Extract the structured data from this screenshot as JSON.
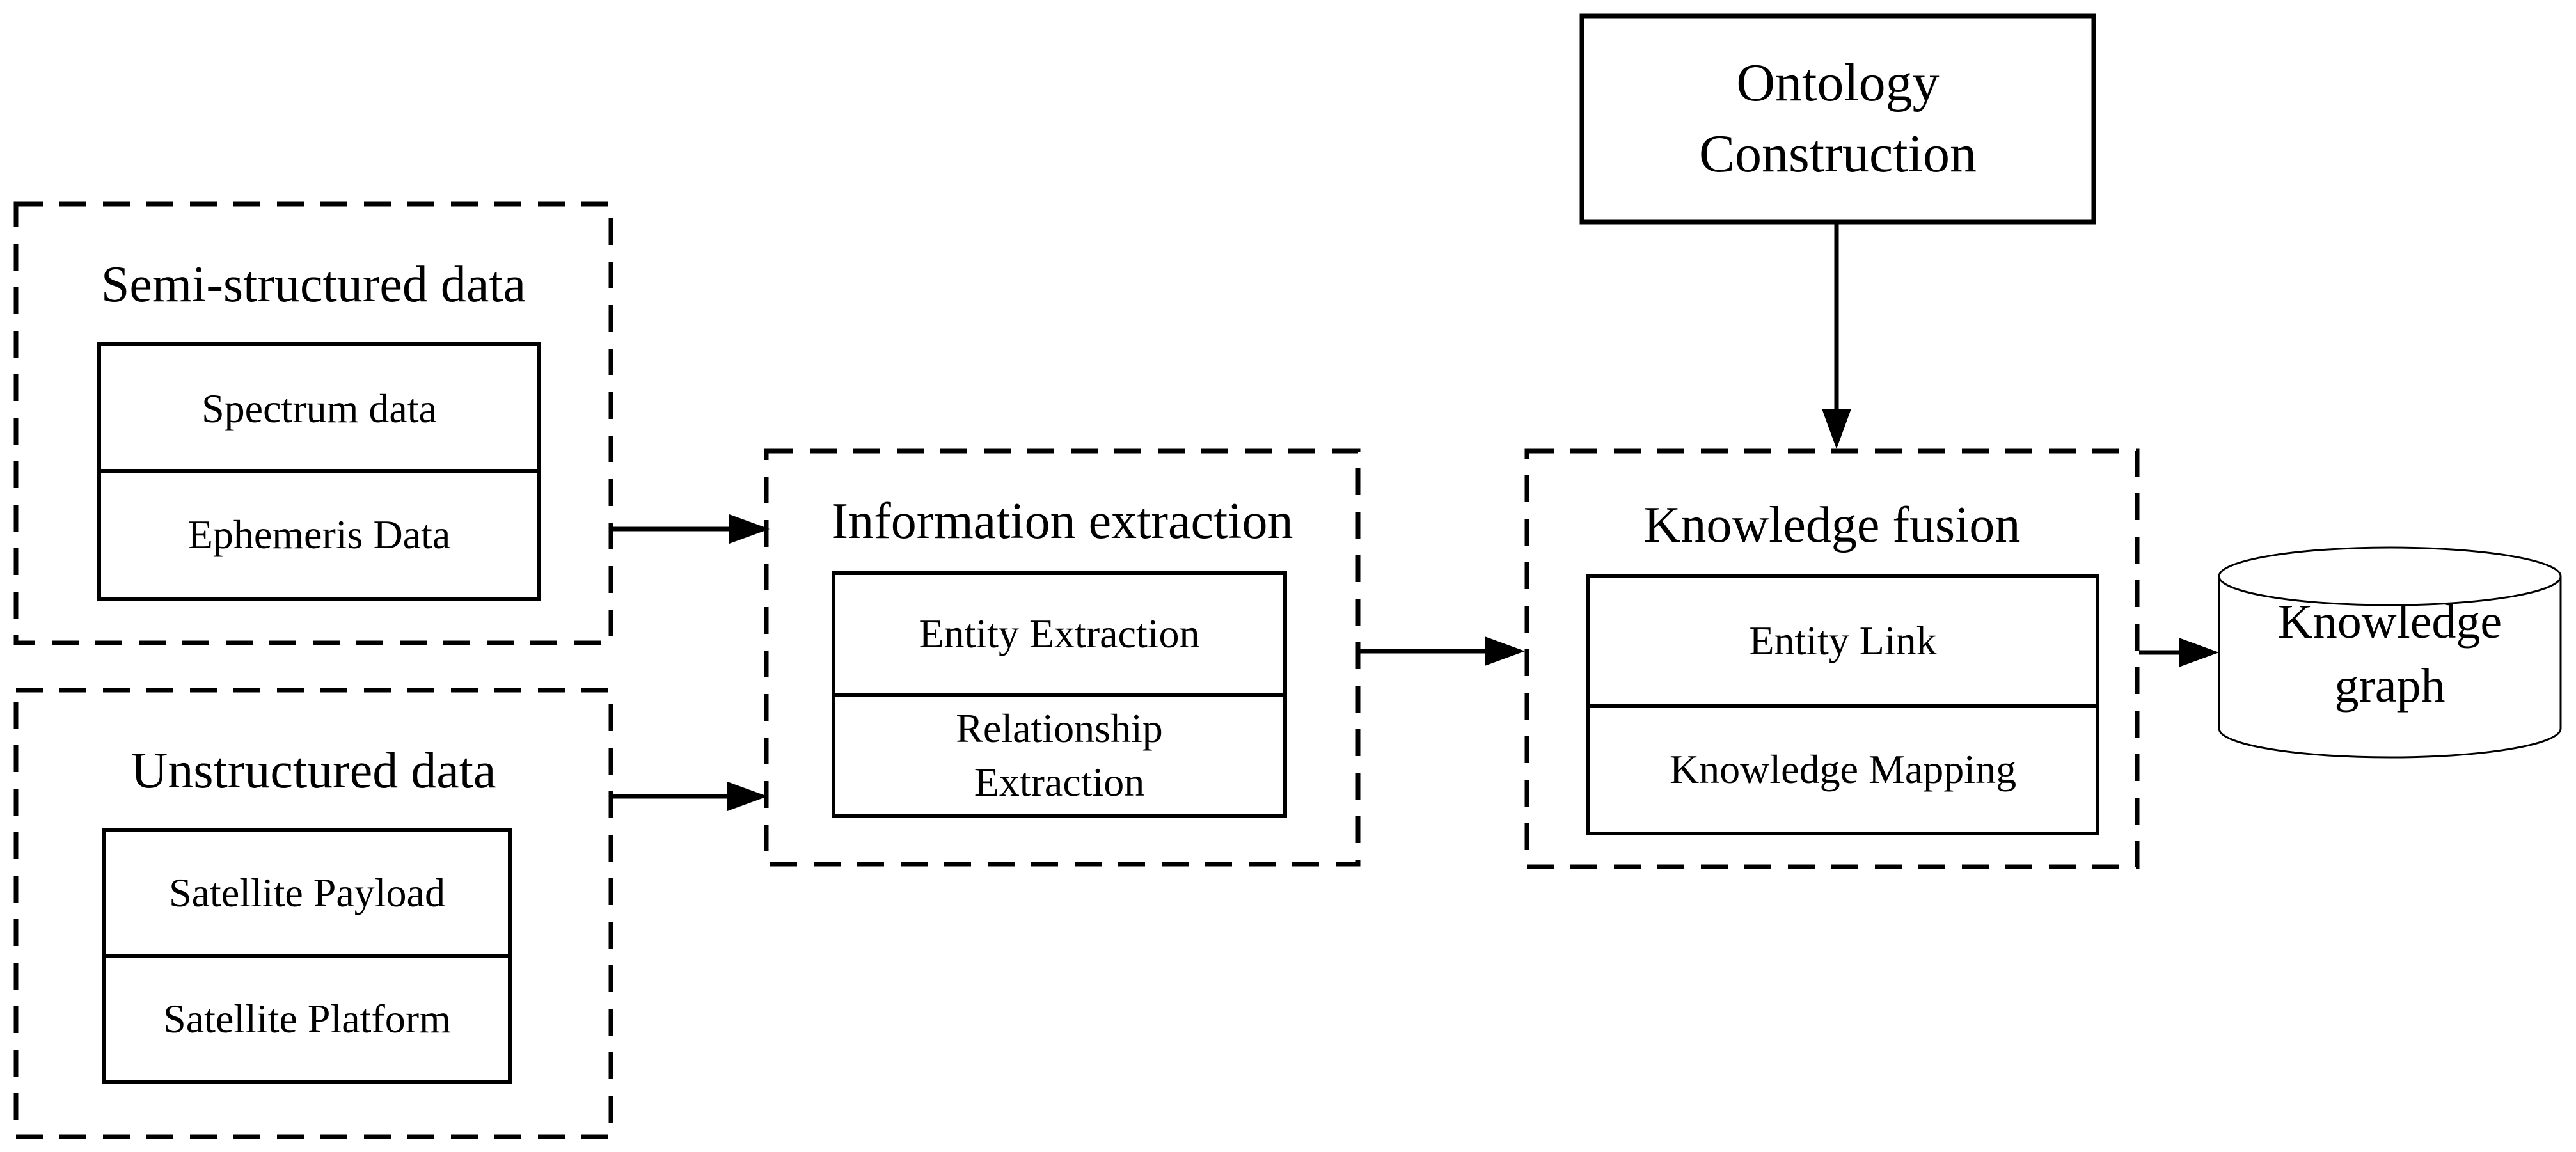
{
  "colors": {
    "ink": "#000000",
    "background": "#ffffff"
  },
  "semi_structured": {
    "title": "Semi-structured data",
    "rows": [
      "Spectrum data",
      "Ephemeris Data"
    ]
  },
  "unstructured": {
    "title": "Unstructured data",
    "rows": [
      "Satellite Payload",
      "Satellite Platform"
    ]
  },
  "information_extraction": {
    "title": "Information extraction",
    "rows": [
      "Entity Extraction",
      "Relationship Extraction"
    ]
  },
  "knowledge_fusion": {
    "title": "Knowledge fusion",
    "rows": [
      "Entity Link",
      "Knowledge Mapping"
    ]
  },
  "ontology": {
    "label": "Ontology Construction"
  },
  "knowledge_graph": {
    "label": "Knowledge graph"
  },
  "edges": [
    {
      "from": "Semi-structured data",
      "to": "Information extraction"
    },
    {
      "from": "Unstructured data",
      "to": "Information extraction"
    },
    {
      "from": "Information extraction",
      "to": "Knowledge fusion"
    },
    {
      "from": "Ontology Construction",
      "to": "Knowledge fusion"
    },
    {
      "from": "Knowledge fusion",
      "to": "Knowledge graph"
    }
  ]
}
